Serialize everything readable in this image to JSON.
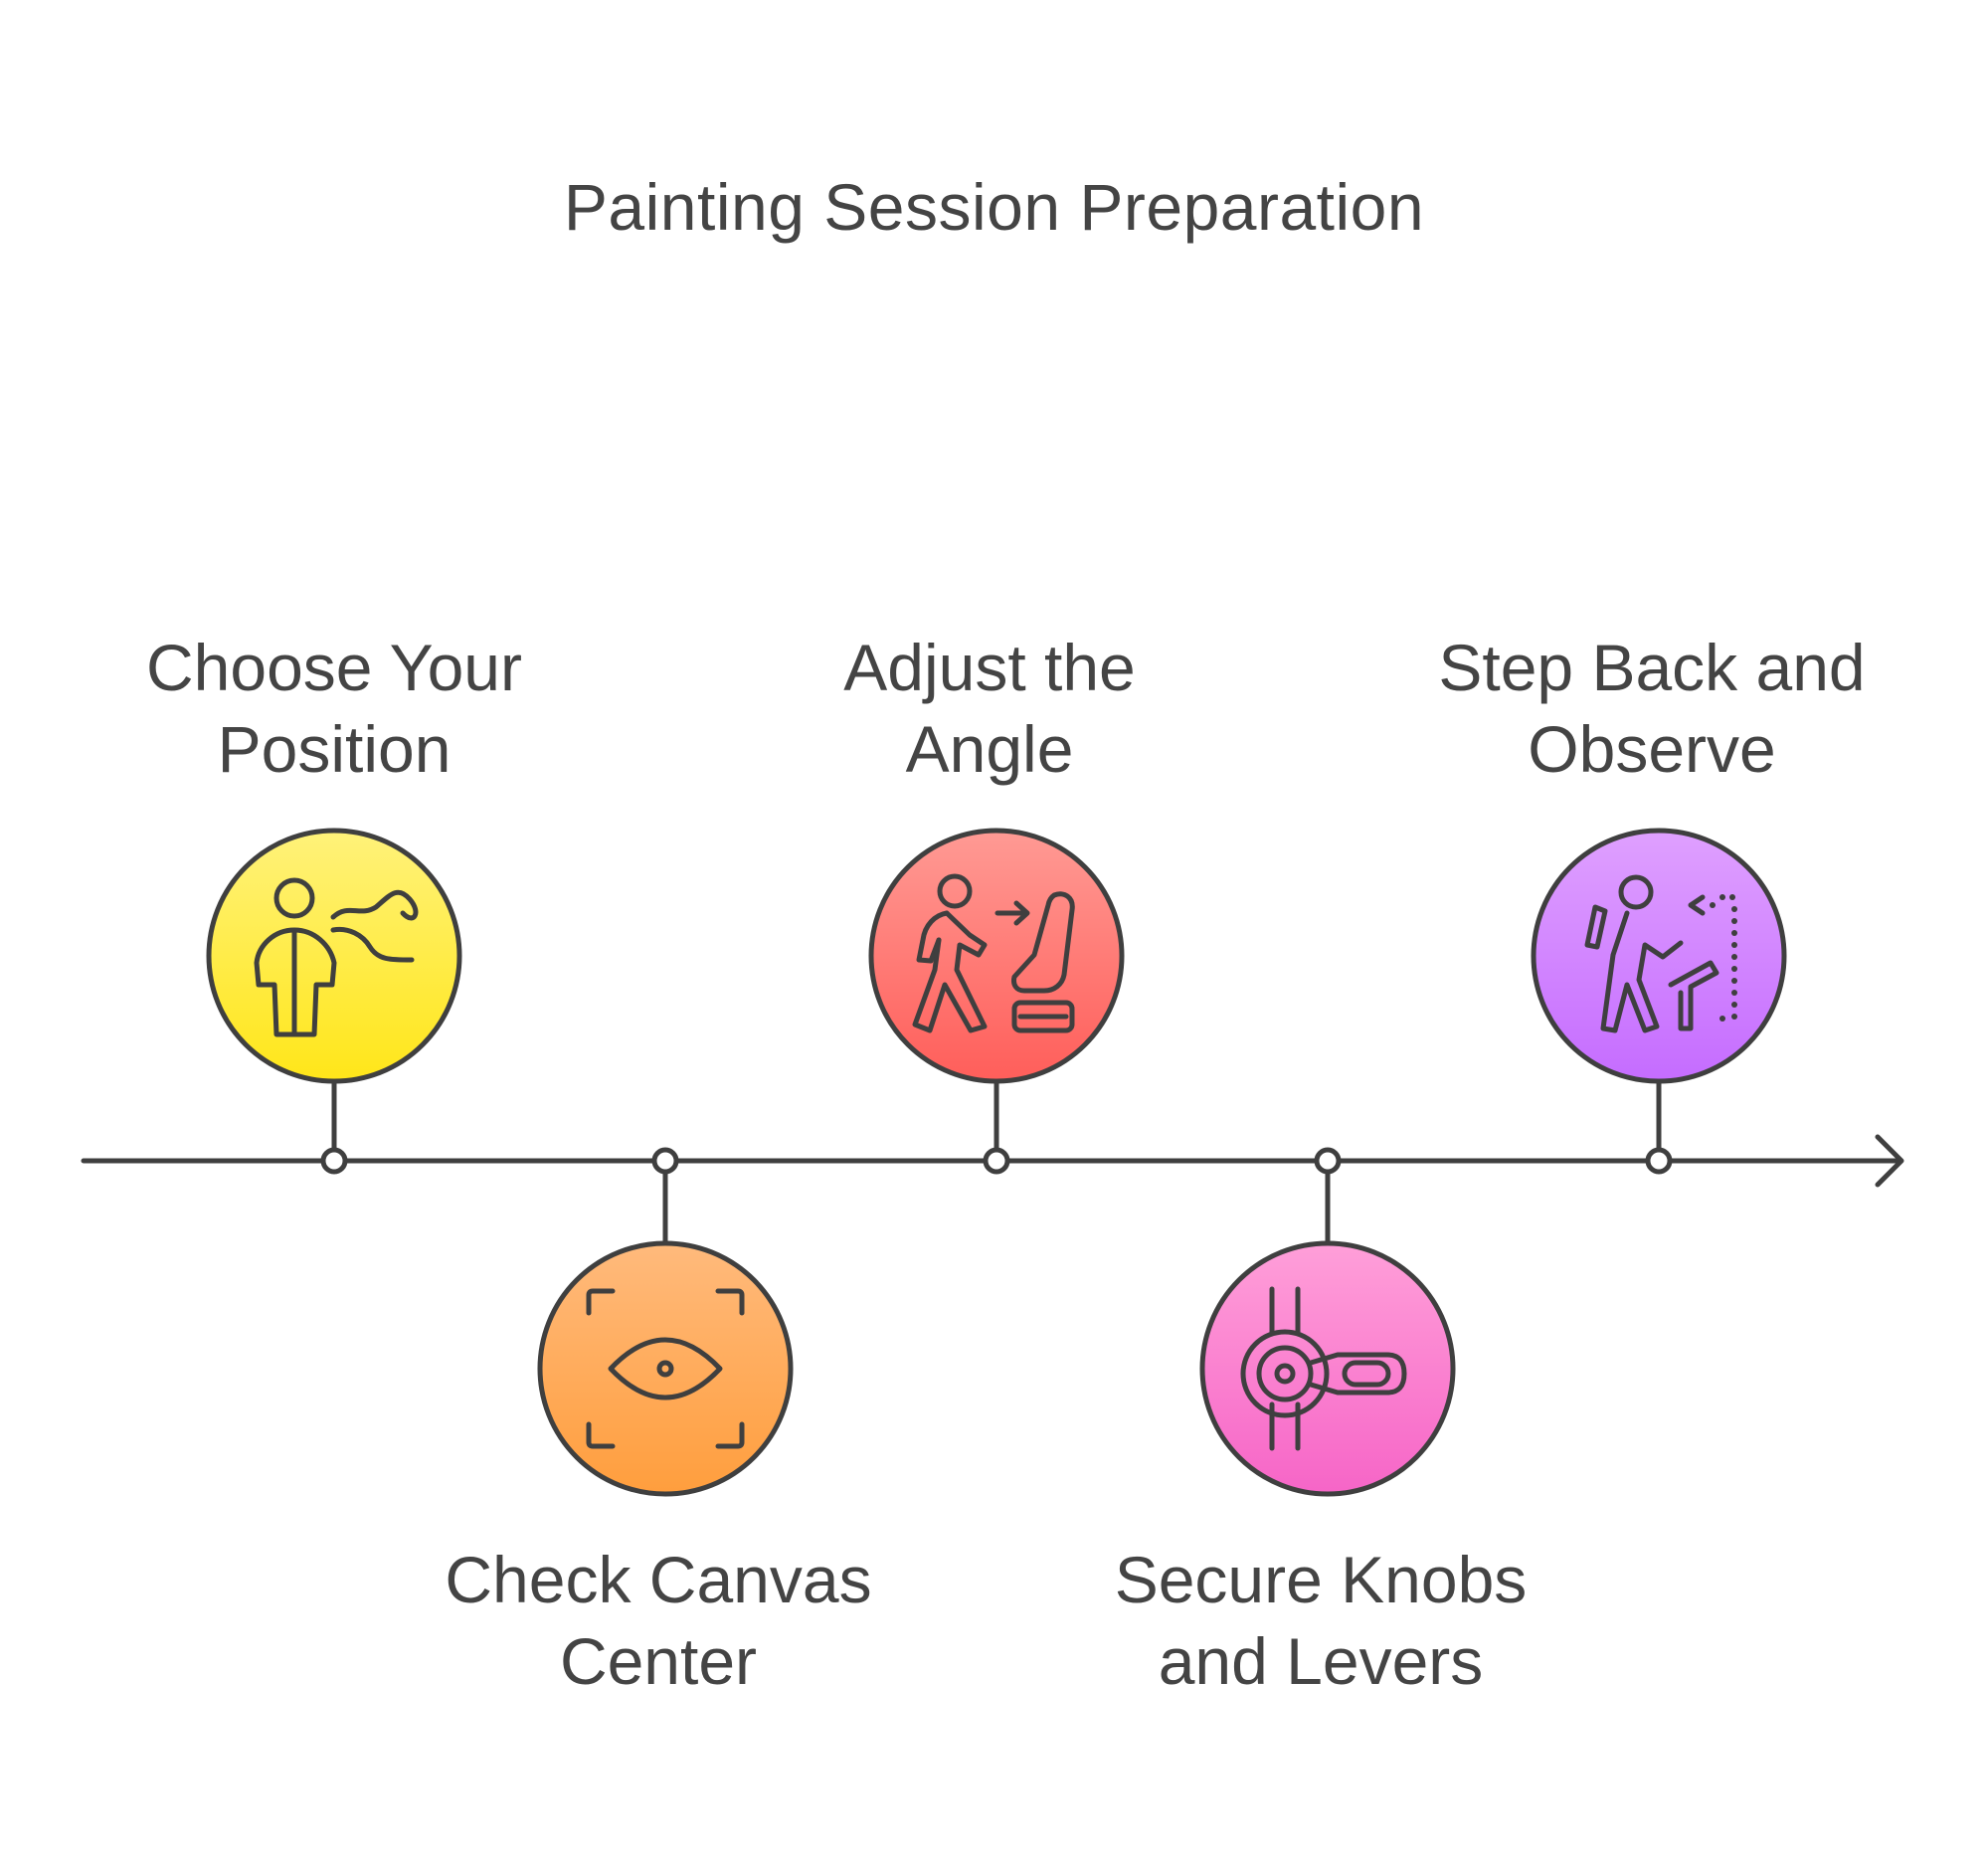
{
  "title": "Painting Session Preparation",
  "steps": [
    {
      "lines": [
        "Choose Your",
        "Position"
      ],
      "color_top": "#fff27a",
      "color_bottom": "#ffe619",
      "icon": "person-with-path-icon",
      "side": "top"
    },
    {
      "lines": [
        "Check Canvas",
        "Center"
      ],
      "color_top": "#ffba7c",
      "color_bottom": "#ff9e3d",
      "icon": "eye-focus-icon",
      "side": "bottom"
    },
    {
      "lines": [
        "Adjust the",
        "Angle"
      ],
      "color_top": "#ff9a94",
      "color_bottom": "#ff5e5a",
      "icon": "person-walking-to-seat-icon",
      "side": "top"
    },
    {
      "lines": [
        "Secure Knobs",
        "and Levers"
      ],
      "color_top": "#ff9fd9",
      "color_bottom": "#f665c7",
      "icon": "knob-and-lever-icon",
      "side": "bottom"
    },
    {
      "lines": [
        "Step Back and",
        "Observe"
      ],
      "color_top": "#dfa0ff",
      "color_bottom": "#c56cff",
      "icon": "person-stepping-back-icon",
      "side": "top"
    }
  ],
  "stroke_color": "#3f3f3f"
}
